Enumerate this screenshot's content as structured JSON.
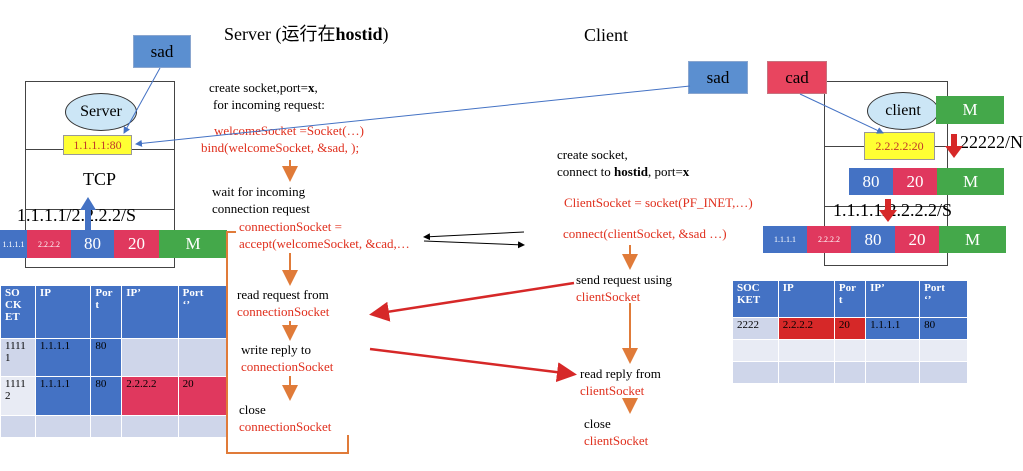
{
  "titles": {
    "server": "Server (运行在",
    "server_bold": "hostid",
    "server_end": ")",
    "client": "Client"
  },
  "server": {
    "sad_label": "sad",
    "oval_label": "Server",
    "addr_box": "1.1.1.1:80",
    "tcp_label": "TCP",
    "conn_label": "1.1.1.1/2.2.2.2/S",
    "bar": [
      "1.1.1.1",
      "2.2.2.2",
      "80",
      "20",
      "M"
    ],
    "steps": {
      "create_l1_a": "create socket,port=",
      "create_l1_b": "x",
      "create_l1_c": ",",
      "create_l2": "for incoming request:",
      "code1": "welcomeSocket =Socket(…)",
      "code2": "bind(welcomeSocket, &sad, );",
      "wait_l1": "wait for incoming",
      "wait_l2": "connection request",
      "accept_l1": "connectionSocket =",
      "accept_l2": "accept(welcomeSocket, &cad,…",
      "read_l1": "read request from",
      "read_l2": "connectionSocket",
      "write_l1": "write reply to",
      "write_l2": "connectionSocket",
      "close_l1": "close",
      "close_l2": "connectionSocket"
    },
    "table": {
      "headers": [
        "SO\nCK\nET",
        "IP",
        "Por\nt",
        "IP’",
        "Port\n‘’"
      ],
      "rows": [
        [
          "1111\n1",
          "1.1.1.1",
          "80",
          "",
          ""
        ],
        [
          "1111\n2",
          "1.1.1.1",
          "80",
          "2.2.2.2",
          "20"
        ],
        [
          "",
          "",
          "",
          "",
          ""
        ]
      ]
    }
  },
  "client": {
    "sad_label": "sad",
    "cad_label": "cad",
    "oval_label": "client",
    "m_label": "M",
    "addr_box": "2.2.2.2:20",
    "port_label": "22222/N",
    "bar1": [
      "80",
      "20",
      "M"
    ],
    "conn_label": "1.1.1.1/2.2.2.2/S",
    "bar2": [
      "1.1.1.1",
      "2.2.2.2",
      "80",
      "20",
      "M"
    ],
    "steps": {
      "create_l1": "create socket,",
      "create_l2_a": "connect to ",
      "create_l2_b": "hostid",
      "create_l2_c": ", port=",
      "create_l2_d": "x",
      "code1": "ClientSocket = socket(PF_INET,…)",
      "code2": "connect(clientSocket, &sad …)",
      "send_l1": "send request using",
      "send_l2": "clientSocket",
      "read_l1": "read reply from",
      "read_l2": "clientSocket",
      "close_l1": "close",
      "close_l2": "clientSocket"
    },
    "table": {
      "headers": [
        "SOC\nKET",
        "IP",
        "Por\nt",
        "IP’",
        "Port\n‘’"
      ],
      "rows": [
        [
          "2222",
          "2.2.2.2",
          "20",
          "1.1.1.1",
          "80"
        ],
        [
          "",
          "",
          "",
          "",
          ""
        ],
        [
          "",
          "",
          "",
          "",
          ""
        ]
      ]
    }
  }
}
